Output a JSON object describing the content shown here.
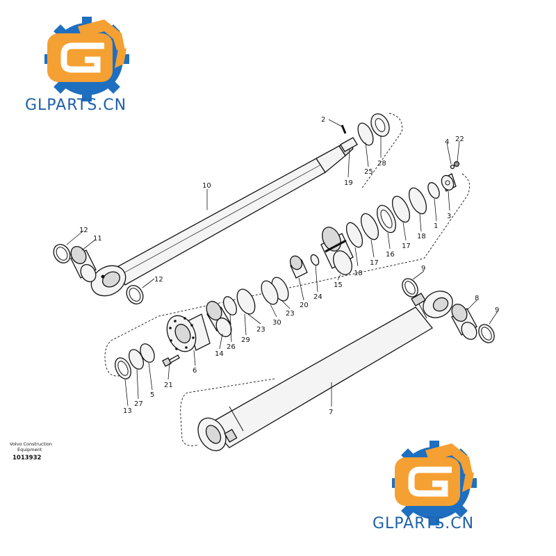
{
  "watermark": {
    "text": "GLPARTS.CN",
    "colors": {
      "orange": "#f5a032",
      "blue": "#1e6fc0",
      "text": "#1e5fa8"
    }
  },
  "caption": {
    "company_line1": "Volvo Construction",
    "company_line2": "Equipment",
    "doc_number": "1013932"
  },
  "callouts": {
    "p1": "1",
    "p2": "2",
    "p3": "3",
    "p4": "4",
    "p5": "5",
    "p6": "6",
    "p7": "7",
    "p8": "8",
    "p9a": "9",
    "p9b": "9",
    "p10": "10",
    "p11": "11",
    "p12a": "12",
    "p12b": "12",
    "p13": "13",
    "p14": "14",
    "p15": "15",
    "p16": "16",
    "p17a": "17",
    "p17b": "17",
    "p18a": "18",
    "p18b": "18",
    "p19": "19",
    "p20": "20",
    "p21": "21",
    "p22": "22",
    "p23a": "23",
    "p23b": "23",
    "p24": "24",
    "p25": "25",
    "p26": "26",
    "p27": "27",
    "p28": "28",
    "p29": "29",
    "p30": "30"
  }
}
